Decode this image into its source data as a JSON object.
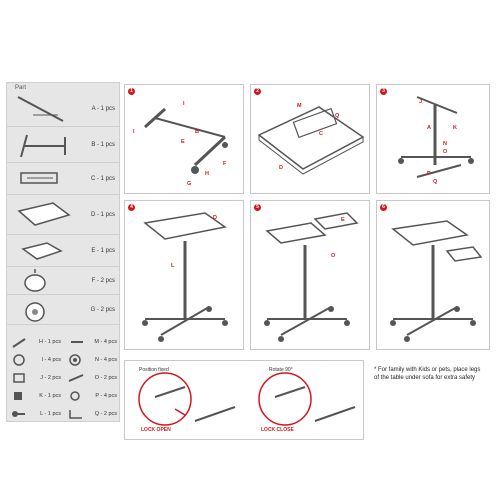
{
  "parts_title": "Part",
  "parts": [
    {
      "label": "A - 1 pcs"
    },
    {
      "label": "B - 1 pcs"
    },
    {
      "label": "C - 1 pcs"
    },
    {
      "label": "D - 1 pcs"
    },
    {
      "label": "E - 1 pcs"
    },
    {
      "label": "F - 2 pcs"
    },
    {
      "label": "G - 2 pcs"
    }
  ],
  "hardware": [
    {
      "label": "H - 1 pcs"
    },
    {
      "label": "M - 4 pcs"
    },
    {
      "label": "I - 4 pcs"
    },
    {
      "label": "N - 4 pcs"
    },
    {
      "label": "J - 2 pcs"
    },
    {
      "label": "O - 2 pcs"
    },
    {
      "label": "K - 1 pcs"
    },
    {
      "label": "P - 4 pcs"
    },
    {
      "label": "L - 1 pcs"
    },
    {
      "label": "Q - 2 pcs"
    }
  ],
  "steps": [
    {
      "num": "1"
    },
    {
      "num": "2"
    },
    {
      "num": "3"
    },
    {
      "num": "4"
    },
    {
      "num": "5"
    },
    {
      "num": "6"
    }
  ],
  "step_callouts": {
    "s1": [
      "I",
      "I",
      "B",
      "E",
      "G",
      "H",
      "F"
    ],
    "s2": [
      "M",
      "Q",
      "C",
      "D"
    ],
    "s3": [
      "J",
      "A",
      "K",
      "N",
      "O",
      "P",
      "Q"
    ],
    "s4": [
      "D",
      "L"
    ],
    "s5": [
      "E",
      "O"
    ]
  },
  "lock": {
    "position_fixed": "Position fixed",
    "rotate": "Rotate 90°",
    "lock_open": "LOCK OPEN",
    "lock_close": "LOCK CLOSE"
  },
  "note": "* For family with Kids or pets, place legs of the table under sofa for extra safety",
  "colors": {
    "accent": "#d3161c",
    "panel": "#e6e6e6",
    "line": "#555555"
  }
}
